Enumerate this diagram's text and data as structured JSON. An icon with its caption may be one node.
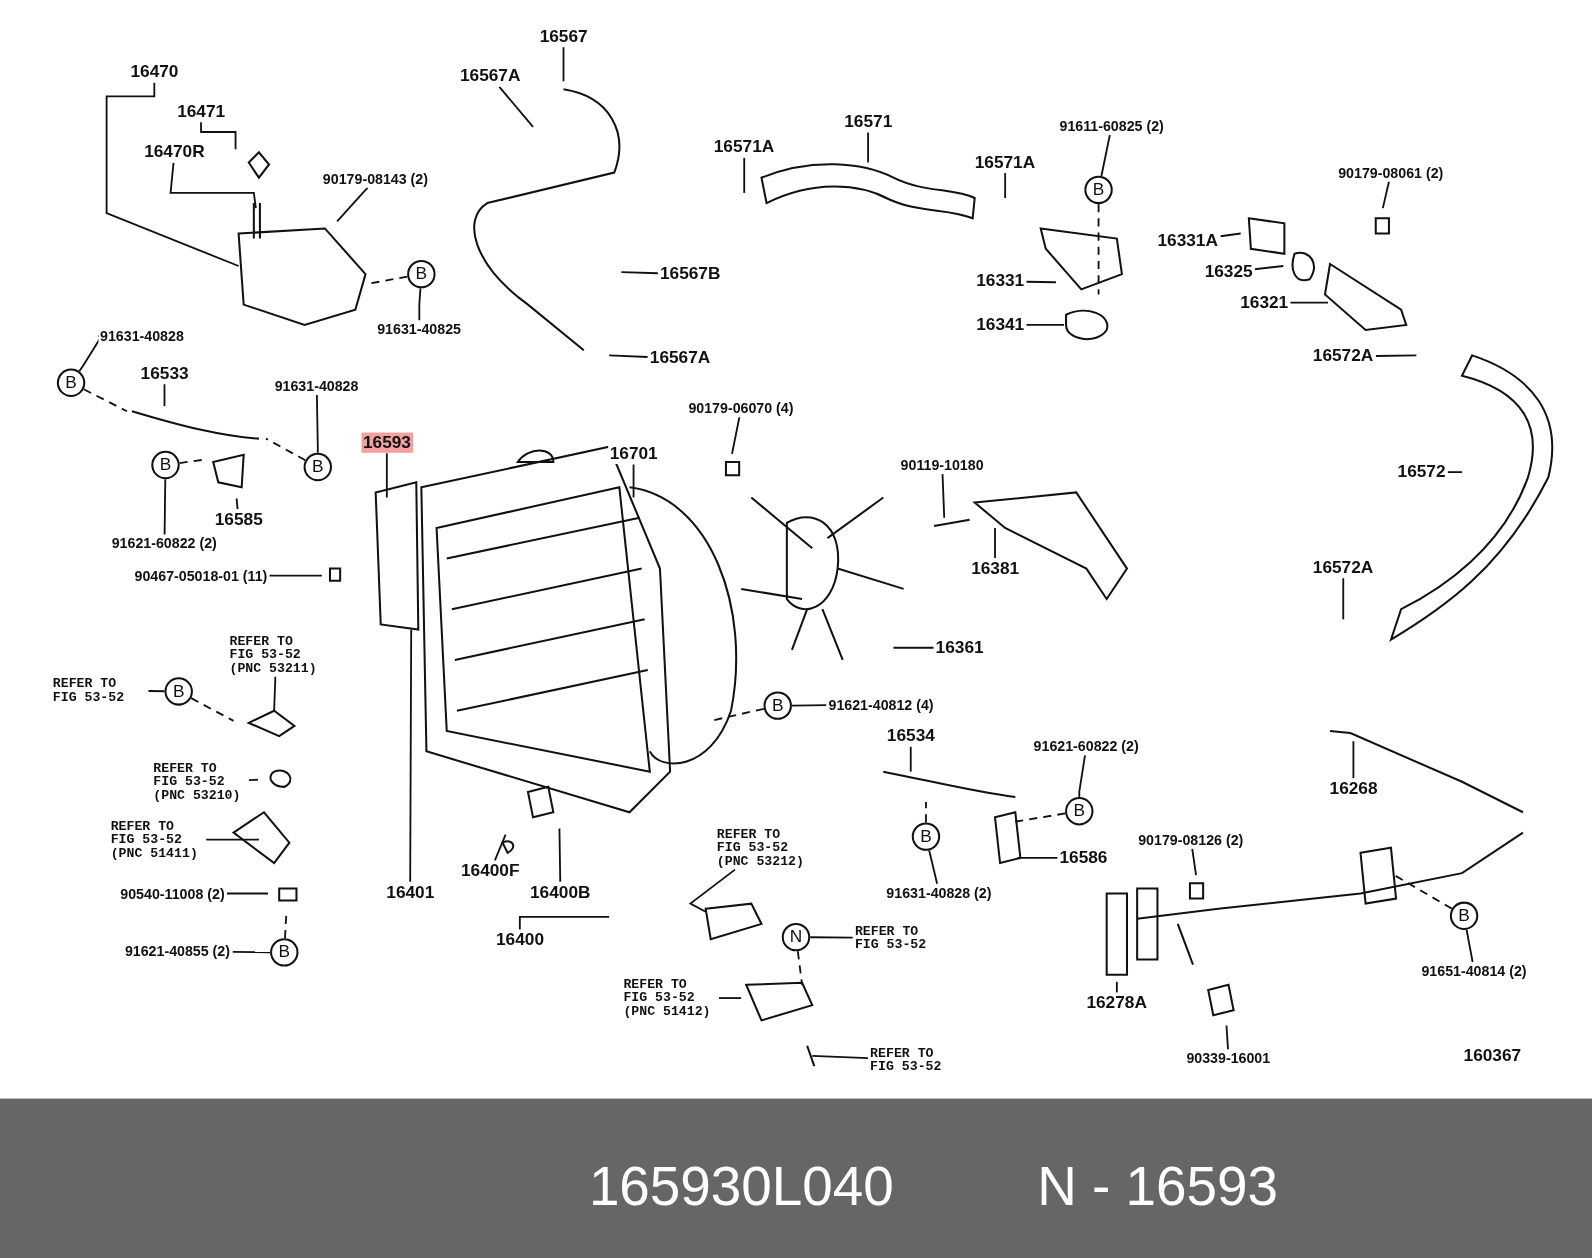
{
  "diagram": {
    "nodes": [
      {
        "text": [
          "16470"
        ]
      },
      {
        "text": [
          "16471"
        ]
      },
      {
        "text": [
          "16470R"
        ]
      },
      {
        "text": [
          "90179-08143 (2)"
        ]
      },
      {
        "text": [
          "B"
        ]
      },
      {
        "text": [
          "91631-40825"
        ]
      },
      {
        "text": [
          "16567"
        ]
      },
      {
        "text": [
          "16567A"
        ]
      },
      {
        "text": [
          "16567B"
        ]
      },
      {
        "text": [
          "16567A"
        ]
      },
      {
        "text": [
          "16571"
        ]
      },
      {
        "text": [
          "16571A"
        ]
      },
      {
        "text": [
          "16571A"
        ]
      },
      {
        "text": [
          "91611-60825 (2)"
        ]
      },
      {
        "text": [
          "B"
        ]
      },
      {
        "text": [
          "16331"
        ]
      },
      {
        "text": [
          "16341"
        ]
      },
      {
        "text": [
          "90179-08061 (2)"
        ]
      },
      {
        "text": [
          "16331A"
        ]
      },
      {
        "text": [
          "16325"
        ]
      },
      {
        "text": [
          "16321"
        ]
      },
      {
        "text": [
          "16572A"
        ]
      },
      {
        "text": [
          "16572"
        ]
      },
      {
        "text": [
          "16572A"
        ]
      },
      {
        "text": [
          "91631-40828"
        ]
      },
      {
        "text": [
          "B"
        ]
      },
      {
        "text": [
          "16533"
        ]
      },
      {
        "text": [
          "91631-40828"
        ]
      },
      {
        "text": [
          "B"
        ]
      },
      {
        "text": [
          "B"
        ]
      },
      {
        "text": [
          "16585"
        ]
      },
      {
        "text": [
          "91621-60822 (2)"
        ]
      },
      {
        "text": [
          "16593"
        ]
      },
      {
        "text": [
          "16701"
        ]
      },
      {
        "text": [
          "90179-06070 (4)"
        ]
      },
      {
        "text": [
          "90119-10180"
        ]
      },
      {
        "text": [
          "16381"
        ]
      },
      {
        "text": [
          "16361"
        ]
      },
      {
        "text": [
          "90467-05018-01 (11)"
        ]
      },
      {
        "text": [
          "REFER TO FIG 53-52 (PNC 53211)"
        ]
      },
      {
        "text": [
          "REFER TO FIG 53-52"
        ]
      },
      {
        "text": [
          "B"
        ]
      },
      {
        "text": [
          "REFER TO FIG 53-52 (PNC 53210)"
        ]
      },
      {
        "text": [
          "REFER TO FIG 53-52 (PNC 51411)"
        ]
      },
      {
        "text": [
          "90540-11008 (2)"
        ]
      },
      {
        "text": [
          "91621-40855 (2)"
        ]
      },
      {
        "text": [
          "B"
        ]
      },
      {
        "text": [
          "B"
        ]
      },
      {
        "text": [
          "91621-40812 (4)"
        ]
      },
      {
        "text": [
          "16534"
        ]
      },
      {
        "text": [
          "91621-60822 (2)"
        ]
      },
      {
        "text": [
          "B"
        ]
      },
      {
        "text": [
          "B"
        ]
      },
      {
        "text": [
          "16586"
        ]
      },
      {
        "text": [
          "91631-40828 (2)"
        ]
      },
      {
        "text": [
          "16268"
        ]
      },
      {
        "text": [
          "90179-08126 (2)"
        ]
      },
      {
        "text": [
          "B"
        ]
      },
      {
        "text": [
          "91651-40814 (2)"
        ]
      },
      {
        "text": [
          "16401"
        ]
      },
      {
        "text": [
          "16400F"
        ]
      },
      {
        "text": [
          "16400B"
        ]
      },
      {
        "text": [
          "16400"
        ]
      },
      {
        "text": [
          "REFER TO FIG 53-52 (PNC 53212)"
        ]
      },
      {
        "text": [
          "N"
        ]
      },
      {
        "text": [
          "REFER TO FIG 53-52"
        ]
      },
      {
        "text": [
          "REFER TO FIG 53-52 (PNC 51412)"
        ]
      },
      {
        "text": [
          "REFER TO FIG 53-52"
        ]
      },
      {
        "text": [
          "16278A"
        ]
      },
      {
        "text": [
          "90339-16001"
        ]
      }
    ],
    "edges": [
      {
        "from": 0,
        "to": null,
        "arrow": "none"
      },
      {
        "from": 1,
        "to": null,
        "arrow": "none"
      },
      {
        "from": 2,
        "to": null,
        "arrow": "none"
      },
      {
        "from": 3,
        "to": null,
        "arrow": "none"
      },
      {
        "from": 5,
        "to": 4,
        "arrow": "none"
      },
      {
        "from": 4,
        "to": null,
        "arrow": "none",
        "style": "dashed"
      },
      {
        "from": 6,
        "to": null,
        "arrow": "none"
      },
      {
        "from": 7,
        "to": null,
        "arrow": "none"
      },
      {
        "from": 8,
        "to": null,
        "arrow": "none"
      },
      {
        "from": 9,
        "to": null,
        "arrow": "none"
      },
      {
        "from": 10,
        "to": null,
        "arrow": "none"
      },
      {
        "from": 11,
        "to": null,
        "arrow": "none"
      },
      {
        "from": 12,
        "to": null,
        "arrow": "none"
      },
      {
        "from": 13,
        "to": 14,
        "arrow": "none"
      },
      {
        "from": 14,
        "to": null,
        "arrow": "none",
        "style": "dashed"
      },
      {
        "from": 15,
        "to": null,
        "arrow": "none"
      },
      {
        "from": 16,
        "to": null,
        "arrow": "none"
      },
      {
        "from": 17,
        "to": null,
        "arrow": "none"
      },
      {
        "from": 18,
        "to": null,
        "arrow": "none"
      },
      {
        "from": 19,
        "to": null,
        "arrow": "none"
      },
      {
        "from": 20,
        "to": null,
        "arrow": "none"
      },
      {
        "from": 21,
        "to": null,
        "arrow": "none"
      },
      {
        "from": 22,
        "to": null,
        "arrow": "none"
      },
      {
        "from": 23,
        "to": null,
        "arrow": "none"
      },
      {
        "from": 24,
        "to": 25,
        "arrow": "none"
      },
      {
        "from": 25,
        "to": null,
        "arrow": "none",
        "style": "dashed"
      },
      {
        "from": 26,
        "to": null,
        "arrow": "none"
      },
      {
        "from": 27,
        "to": 28,
        "arrow": "none"
      },
      {
        "from": 28,
        "to": null,
        "arrow": "none",
        "style": "dashed"
      },
      {
        "from": 29,
        "to": null,
        "arrow": "none",
        "style": "dashed"
      },
      {
        "from": 31,
        "to": 29,
        "arrow": "none"
      },
      {
        "from": 30,
        "to": null,
        "arrow": "none"
      },
      {
        "from": 32,
        "to": null,
        "arrow": "none"
      },
      {
        "from": 33,
        "to": null,
        "arrow": "none"
      },
      {
        "from": 34,
        "to": null,
        "arrow": "none"
      },
      {
        "from": 35,
        "to": null,
        "arrow": "none"
      },
      {
        "from": 36,
        "to": null,
        "arrow": "none"
      },
      {
        "from": 37,
        "to": null,
        "arrow": "none"
      },
      {
        "from": 38,
        "to": null,
        "arrow": "none"
      },
      {
        "from": 39,
        "to": null,
        "arrow": "none"
      },
      {
        "from": 40,
        "to": 41,
        "arrow": "none"
      },
      {
        "from": 41,
        "to": null,
        "arrow": "none",
        "style": "dashed"
      },
      {
        "from": 42,
        "to": null,
        "arrow": "none"
      },
      {
        "from": 43,
        "to": null,
        "arrow": "none"
      },
      {
        "from": 44,
        "to": null,
        "arrow": "none"
      },
      {
        "from": 45,
        "to": 46,
        "arrow": "none"
      },
      {
        "from": 46,
        "to": null,
        "arrow": "none",
        "style": "dashed"
      },
      {
        "from": 48,
        "to": 47,
        "arrow": "none"
      },
      {
        "from": 47,
        "to": null,
        "arrow": "none",
        "style": "dashed"
      },
      {
        "from": 49,
        "to": null,
        "arrow": "none"
      },
      {
        "from": 50,
        "to": 51,
        "arrow": "none"
      },
      {
        "from": 51,
        "to": null,
        "arrow": "none",
        "style": "dashed"
      },
      {
        "from": 52,
        "to": null,
        "arrow": "none",
        "style": "dashed"
      },
      {
        "from": 54,
        "to": 52,
        "arrow": "none"
      },
      {
        "from": 53,
        "to": null,
        "arrow": "none"
      },
      {
        "from": 55,
        "to": null,
        "arrow": "none"
      },
      {
        "from": 56,
        "to": null,
        "arrow": "none"
      },
      {
        "from": 58,
        "to": 57,
        "arrow": "none"
      },
      {
        "from": 57,
        "to": null,
        "arrow": "none",
        "style": "dashed"
      },
      {
        "from": 59,
        "to": null,
        "arrow": "none"
      },
      {
        "from": 60,
        "to": null,
        "arrow": "none"
      },
      {
        "from": 61,
        "to": null,
        "arrow": "none"
      },
      {
        "from": 62,
        "to": null,
        "arrow": "none"
      },
      {
        "from": 63,
        "to": null,
        "arrow": "none"
      },
      {
        "from": 65,
        "to": 64,
        "arrow": "none"
      },
      {
        "from": 64,
        "to": null,
        "arrow": "none",
        "style": "dashed"
      },
      {
        "from": 66,
        "to": null,
        "arrow": "none"
      },
      {
        "from": 67,
        "to": null,
        "arrow": "none"
      },
      {
        "from": 68,
        "to": null,
        "arrow": "none"
      },
      {
        "from": 69,
        "to": null,
        "arrow": "none"
      }
    ],
    "labels": [
      "160367",
      "165930L040",
      "N - 16593"
    ]
  }
}
